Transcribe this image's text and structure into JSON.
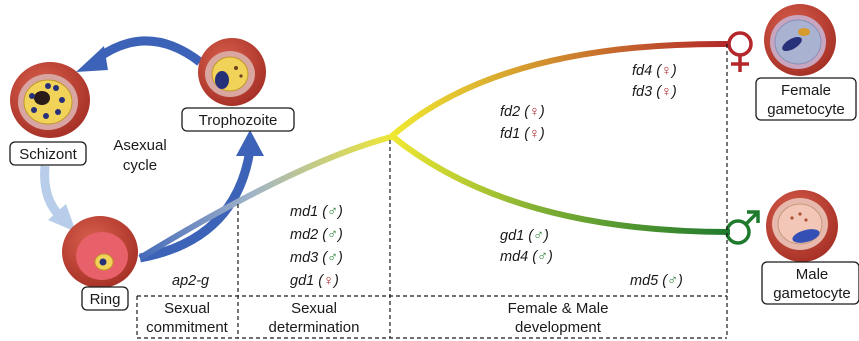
{
  "stages": {
    "trophozoite": "Trophozoite",
    "schizont": "Schizont",
    "ring": "Ring",
    "female_gametocyte": [
      "Female",
      "gametocyte"
    ],
    "male_gametocyte": [
      "Male",
      "gametocyte"
    ]
  },
  "cycle_label": [
    "Asexual",
    "cycle"
  ],
  "genes": {
    "commitment": [
      {
        "name": "ap2-g",
        "sex": ""
      }
    ],
    "determination": [
      {
        "name": "md1",
        "sex": "♂"
      },
      {
        "name": "md2",
        "sex": "♂"
      },
      {
        "name": "md3",
        "sex": "♂"
      },
      {
        "name": "gd1",
        "sex": "♀"
      }
    ],
    "female_upper": [
      {
        "name": "fd4",
        "sex": "♀"
      },
      {
        "name": "fd3",
        "sex": "♀"
      }
    ],
    "female_lower": [
      {
        "name": "fd2",
        "sex": "♀"
      },
      {
        "name": "fd1",
        "sex": "♀"
      }
    ],
    "male": [
      {
        "name": "gd1",
        "sex": "♂"
      },
      {
        "name": "md4",
        "sex": "♂"
      }
    ],
    "male_late": [
      {
        "name": "md5",
        "sex": "♂"
      }
    ]
  },
  "phases": [
    [
      "Sexual",
      "commitment"
    ],
    [
      "Sexual",
      "determination"
    ],
    [
      "Female & Male",
      "development"
    ]
  ],
  "symbols": {
    "female": "♀",
    "male": "♂"
  },
  "colors": {
    "female": "#b3262a",
    "male": "#1f7a2e",
    "blue_arrow": "#3d63b8",
    "light_arrow": "#b8cdea",
    "junction": "#f0e832",
    "cell": "#c6453a"
  }
}
